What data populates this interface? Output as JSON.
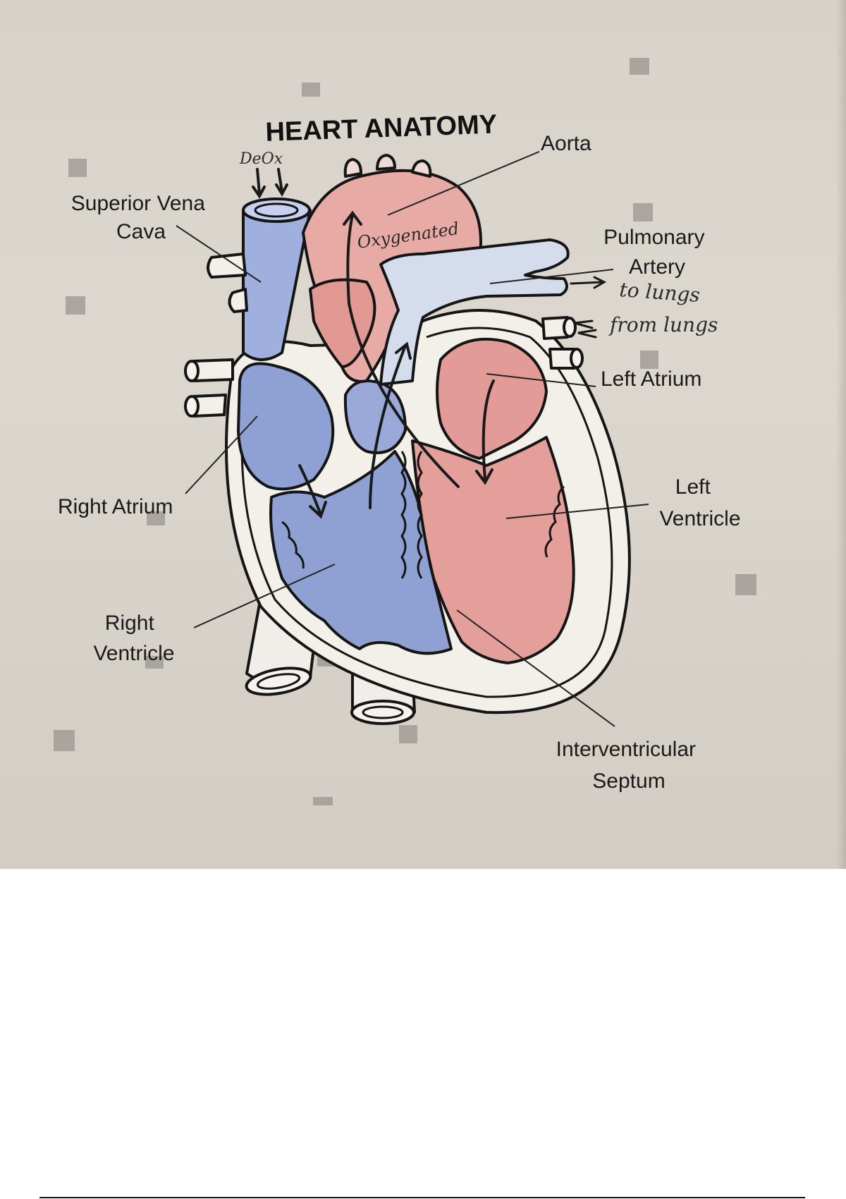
{
  "title": "HEART ANATOMY",
  "labels": {
    "superior_vena_cava": [
      "Superior Vena",
      "Cava"
    ],
    "aorta": "Aorta",
    "pulmonary_artery": [
      "Pulmonary",
      "Artery"
    ],
    "left_atrium": "Left Atrium",
    "right_atrium": "Right Atrium",
    "left_ventricle": [
      "Left",
      "Ventricle"
    ],
    "right_ventricle": [
      "Right",
      "Ventricle"
    ],
    "interventricular_septum": [
      "Interventricular",
      "Septum"
    ]
  },
  "handwritten": {
    "deox": "DeOx",
    "oxygenated": "Oxygenated",
    "to_lungs": "to lungs",
    "from_lungs": "from lungs"
  },
  "colors": {
    "deoxygenated": "#8ea0d4",
    "oxygenated": "#e39b98",
    "paper": "#d9d4cc"
  }
}
